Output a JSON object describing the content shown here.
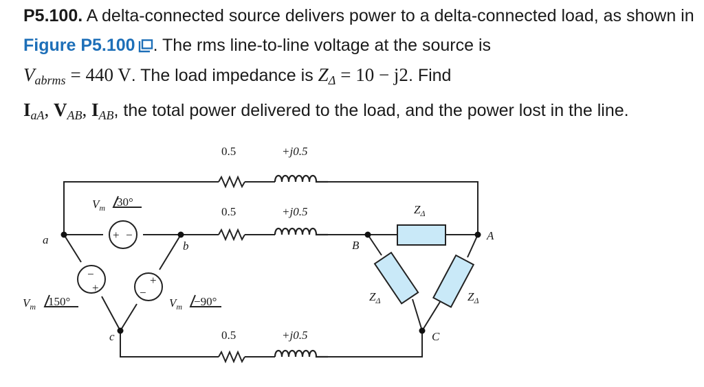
{
  "problem": {
    "number": "P5.100.",
    "intro": "A delta-connected source delivers power to a delta-connected load, as shown in",
    "figure_link": "Figure P5.100",
    "sentence2": ". The rms line-to-line voltage at the source is",
    "v_sym": "V",
    "v_sub": "abrms",
    "v_value": "= 440 V",
    "impedance_text": ". The load impedance is",
    "z_sym": "Z",
    "z_sub": "Δ",
    "z_value": "= 10 − j2",
    "find_text": ". Find",
    "q1_sym": "I",
    "q1_sub": "aA",
    "q2_sym": "V",
    "q2_sub": "AB",
    "q3_sym": "I",
    "q3_sub": "AB",
    "rest": ", the total power delivered to the load, and the power lost in the line."
  },
  "figure": {
    "r_top": "0.5",
    "l_top": "+j0.5",
    "r_mid": "0.5",
    "l_mid": "+j0.5",
    "r_bot": "0.5",
    "l_bot": "+j0.5",
    "node_a": "a",
    "node_b": "b",
    "node_c": "c",
    "node_A": "A",
    "node_B": "B",
    "node_C": "C",
    "src_ab_mag": "V",
    "src_ab_mag_sub": "m",
    "src_ab_angle": "30°",
    "src_ca_mag": "V",
    "src_ca_mag_sub": "m",
    "src_ca_angle": "150°",
    "src_bc_mag": "V",
    "src_bc_mag_sub": "m",
    "src_bc_angle": "−90°",
    "zd": "Z",
    "zd_sub": "Δ",
    "plus": "+",
    "minus": "−"
  },
  "colors": {
    "link": "#1d6fb8",
    "load_fill": "#c9e9f8"
  }
}
